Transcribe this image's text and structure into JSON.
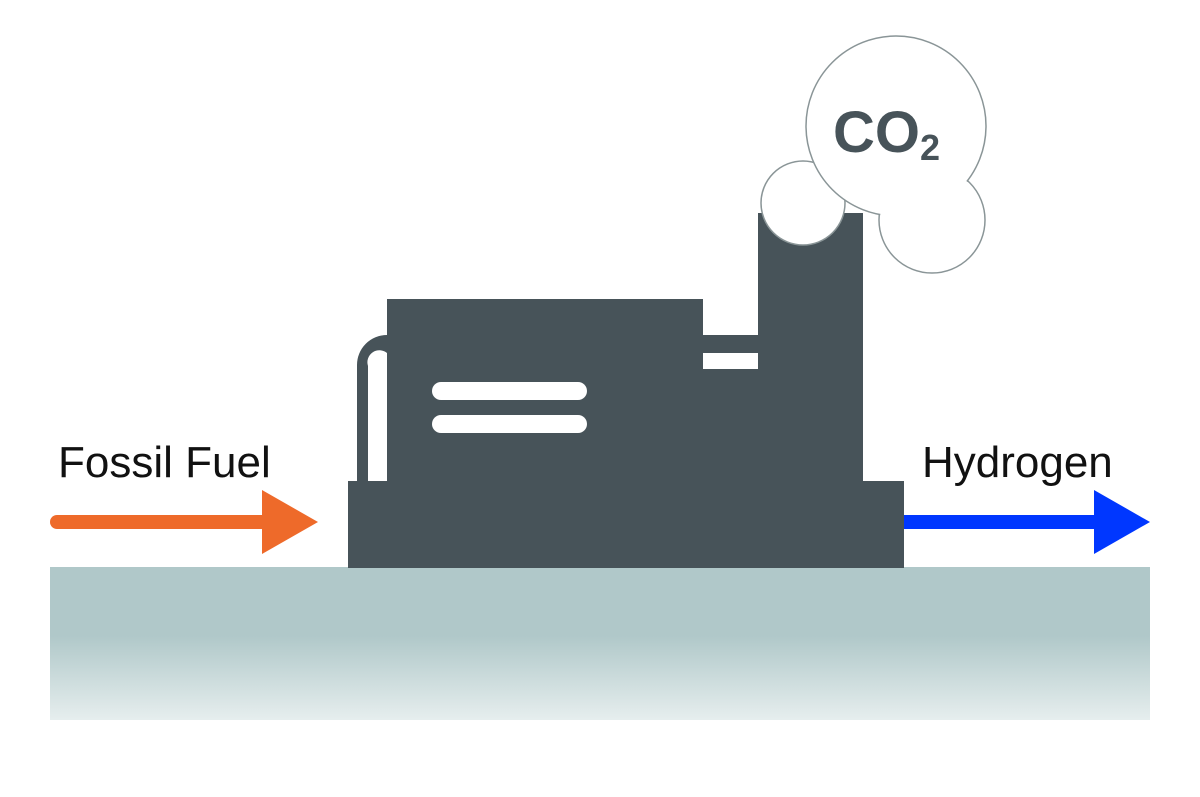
{
  "labels": {
    "input": "Fossil Fuel",
    "output": "Hydrogen",
    "emission_main": "CO",
    "emission_sub": "2"
  },
  "colors": {
    "factory": "#475359",
    "input_arrow": "#ee6a2a",
    "output_arrow": "#0037ff",
    "ground": "#b0c8c9",
    "cloud_stroke": "#8a9597"
  }
}
